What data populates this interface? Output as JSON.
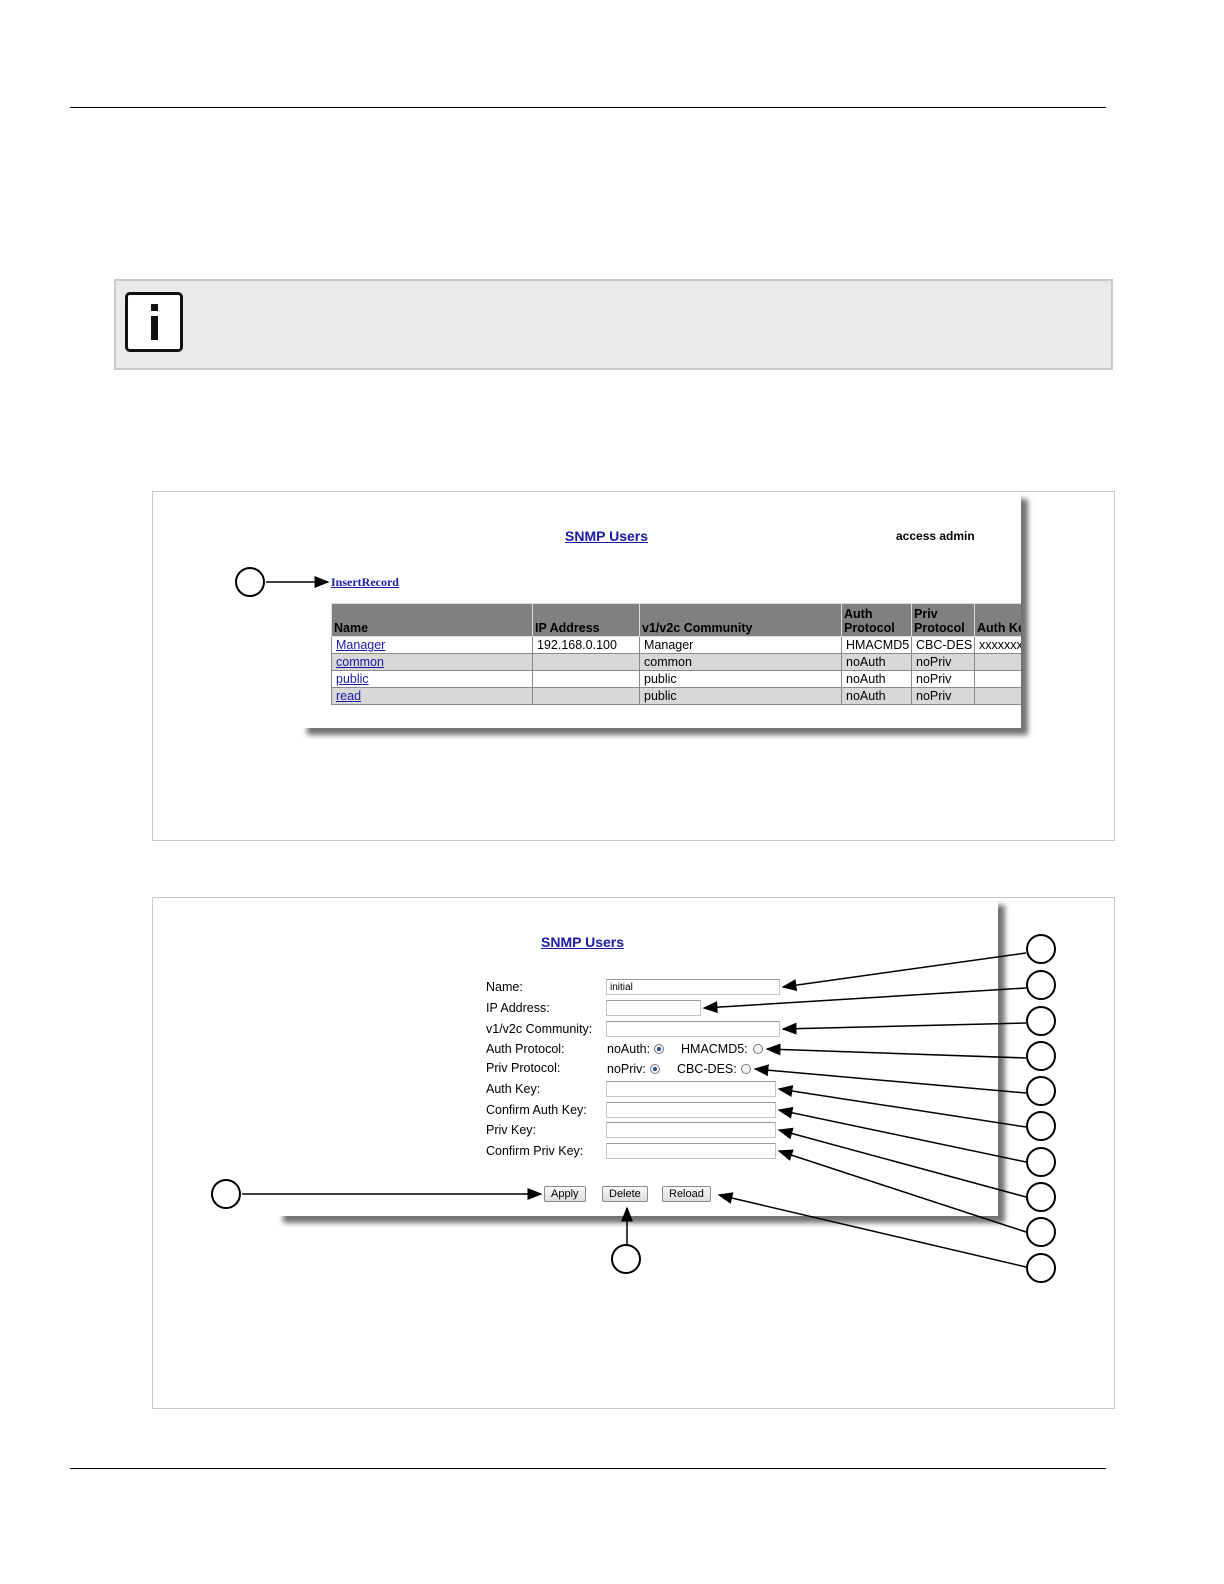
{
  "figure1": {
    "title": "SNMP Users",
    "access": "access admin",
    "insert_link": "InsertRecord",
    "table": {
      "headers": [
        "Name",
        "IP Address",
        "v1/v2c Community",
        "Auth Protocol",
        "Priv Protocol",
        "Auth Ke"
      ],
      "rows": [
        {
          "name": "Manager",
          "ip": "192.168.0.100",
          "community": "Manager",
          "auth": "HMACMD5",
          "priv": "CBC-DES",
          "authkey": "xxxxxxx"
        },
        {
          "name": "common",
          "ip": "",
          "community": "common",
          "auth": "noAuth",
          "priv": "noPriv",
          "authkey": ""
        },
        {
          "name": "public",
          "ip": "",
          "community": "public",
          "auth": "noAuth",
          "priv": "noPriv",
          "authkey": ""
        },
        {
          "name": "read",
          "ip": "",
          "community": "public",
          "auth": "noAuth",
          "priv": "noPriv",
          "authkey": ""
        }
      ]
    }
  },
  "figure2": {
    "title": "SNMP Users",
    "labels": {
      "name": "Name:",
      "ip": "IP Address:",
      "community": "v1/v2c Community:",
      "auth_protocol": "Auth Protocol:",
      "priv_protocol": "Priv Protocol:",
      "auth_key": "Auth Key:",
      "confirm_auth_key": "Confirm Auth Key:",
      "priv_key": "Priv Key:",
      "confirm_priv_key": "Confirm Priv Key:"
    },
    "values": {
      "name": "initial",
      "ip": "",
      "community": "",
      "auth_key": "",
      "confirm_auth_key": "",
      "priv_key": "",
      "confirm_priv_key": ""
    },
    "auth_options": {
      "no_auth": "noAuth:",
      "hmacmd5": "HMACMD5:",
      "selected": "noAuth"
    },
    "priv_options": {
      "no_priv": "noPriv:",
      "cbc_des": "CBC-DES:",
      "selected": "noPriv"
    },
    "buttons": {
      "apply": "Apply",
      "delete": "Delete",
      "reload": "Reload"
    }
  }
}
